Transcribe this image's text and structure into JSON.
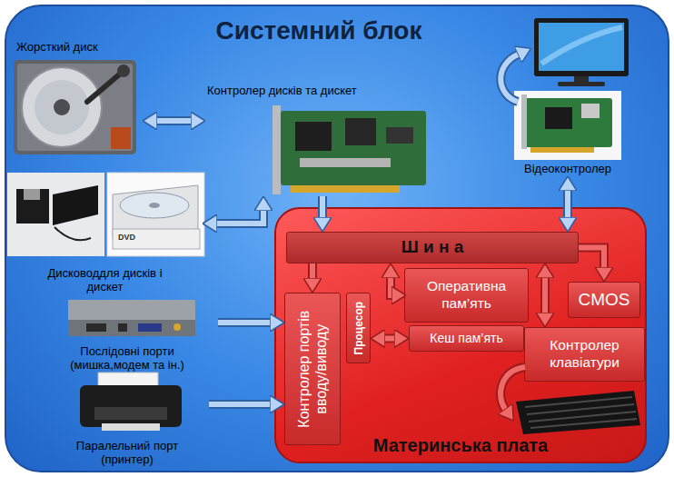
{
  "diagram": {
    "nodes": [
      {
        "text": [
          "Системний блок"
        ]
      },
      {
        "text": [
          "Жорсткий диск"
        ],
        "in": 0
      },
      {
        "text": [
          "Контролер дисків та дискет"
        ],
        "in": 0
      },
      {
        "text": [
          "Дисководдля дисків і дискет"
        ],
        "in": 0
      },
      {
        "text": [
          "Послідовні порти (мишка,модем та ін.)"
        ],
        "in": 0
      },
      {
        "text": [
          "Паралельний порт (принтер)"
        ],
        "in": 0
      },
      {
        "text": [
          "Відеоконтролер"
        ],
        "in": 0
      },
      {
        "text": [
          "Материнська плата"
        ],
        "in": 0
      },
      {
        "text": [
          "Ш и н а"
        ],
        "in": 7
      },
      {
        "text": [
          "Контролер портів вводу/виводу"
        ],
        "in": 7
      },
      {
        "text": [
          "Процесор"
        ],
        "in": 7
      },
      {
        "text": [
          "Оперативна пам’ять"
        ],
        "in": 7
      },
      {
        "text": [
          "Кеш пам’ять"
        ],
        "in": 7
      },
      {
        "text": [
          "CMOS"
        ],
        "in": 7
      },
      {
        "text": [
          "Контролер клавіатури"
        ],
        "in": 7
      }
    ],
    "edges": [
      {
        "from": 1,
        "to": 2,
        "arrow": "both"
      },
      {
        "from": 3,
        "to": 2,
        "arrow": "both"
      },
      {
        "from": 2,
        "to": 8,
        "arrow": "to"
      },
      {
        "from": 6,
        "to": 8,
        "arrow": "both"
      },
      {
        "from": 4,
        "to": 9,
        "arrow": "to"
      },
      {
        "from": 5,
        "to": 9,
        "arrow": "to"
      },
      {
        "from": 8,
        "to": 9,
        "arrow": "to"
      },
      {
        "from": 8,
        "to": 11,
        "arrow": "both"
      },
      {
        "from": 10,
        "to": 12,
        "arrow": "both"
      },
      {
        "from": 8,
        "to": 13,
        "arrow": "to"
      },
      {
        "from": 8,
        "to": 14,
        "arrow": "both"
      }
    ],
    "labels": [
      "DVD"
    ]
  }
}
